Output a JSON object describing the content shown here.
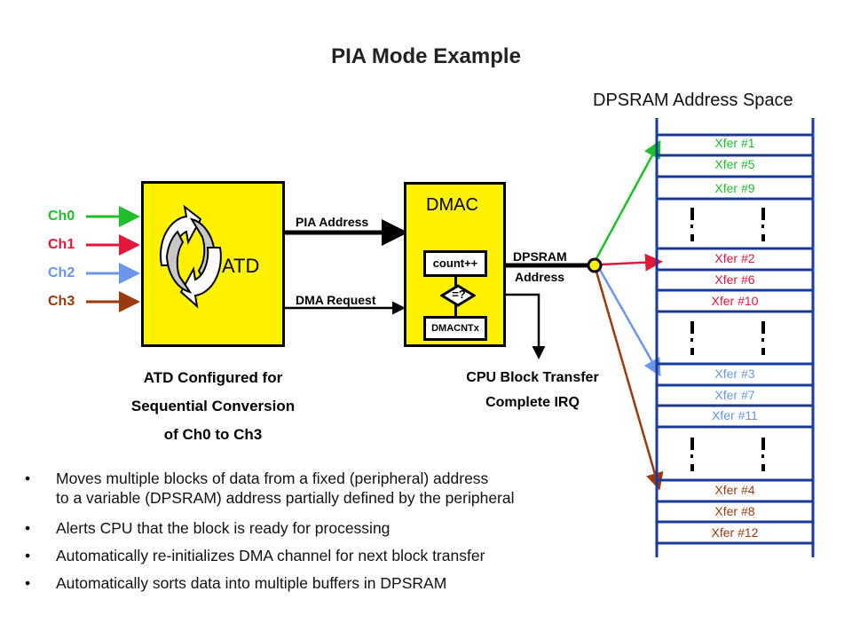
{
  "title": "PIA Mode Example",
  "address_space_title": "DPSRAM Address Space",
  "channels": [
    {
      "label": "Ch0",
      "color": "#1fbf2a"
    },
    {
      "label": "Ch1",
      "color": "#e3173a"
    },
    {
      "label": "Ch2",
      "color": "#6b95e8"
    },
    {
      "label": "Ch3",
      "color": "#9a3a0e"
    }
  ],
  "atd": {
    "label": "ATD",
    "caption_lines": [
      "ATD Configured for",
      "Sequential Conversion",
      "of Ch0 to Ch3"
    ]
  },
  "signals": {
    "pia_address": "PIA Address",
    "dma_request": "DMA Request",
    "dpsram": "DPSRAM",
    "address": "Address"
  },
  "dmac": {
    "label": "DMAC",
    "counter": "count++",
    "compare": "=?",
    "register": "DMACNTx"
  },
  "irq_caption_lines": [
    "CPU Block Transfer",
    "Complete IRQ"
  ],
  "xfers": [
    {
      "label": "Xfer #1",
      "color": "#1fbf2a"
    },
    {
      "label": "Xfer #5",
      "color": "#1fbf2a"
    },
    {
      "label": "Xfer #9",
      "color": "#1fbf2a"
    },
    {
      "label": "Xfer #2",
      "color": "#e3173a"
    },
    {
      "label": "Xfer #6",
      "color": "#e3173a"
    },
    {
      "label": "Xfer #10",
      "color": "#e3173a"
    },
    {
      "label": "Xfer #3",
      "color": "#6b95e8"
    },
    {
      "label": "Xfer #7",
      "color": "#6b95e8"
    },
    {
      "label": "Xfer #11",
      "color": "#6b95e8"
    },
    {
      "label": "Xfer #4",
      "color": "#9a3a0e"
    },
    {
      "label": "Xfer #8",
      "color": "#9a3a0e"
    },
    {
      "label": "Xfer #12",
      "color": "#9a3a0e"
    }
  ],
  "bullets": [
    "Moves multiple  blocks of data from a fixed (peripheral) address\n to a variable (DPSRAM) address partially defined by the peripheral",
    "Alerts CPU that the block is ready for processing",
    "Automatically re-initializes DMA channel for next block transfer",
    "Automatically sorts data into multiple buffers in DPSRAM"
  ],
  "colors": {
    "block": "#fff200",
    "memory_line": "#1a3a9a"
  }
}
